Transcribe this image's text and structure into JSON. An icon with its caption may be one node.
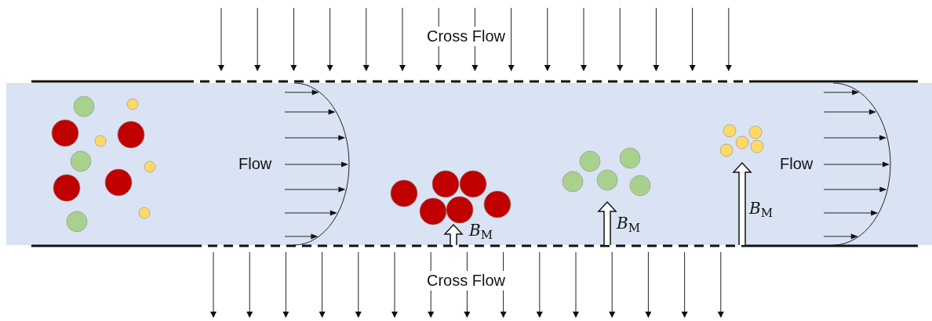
{
  "diagram": {
    "labels": [
      "Cross Flow",
      "Flow",
      "*B*$_{M}$",
      "*B*$_{M}$",
      "*B*$_{M}$",
      "Flow",
      "Cross Flow"
    ]
  }
}
